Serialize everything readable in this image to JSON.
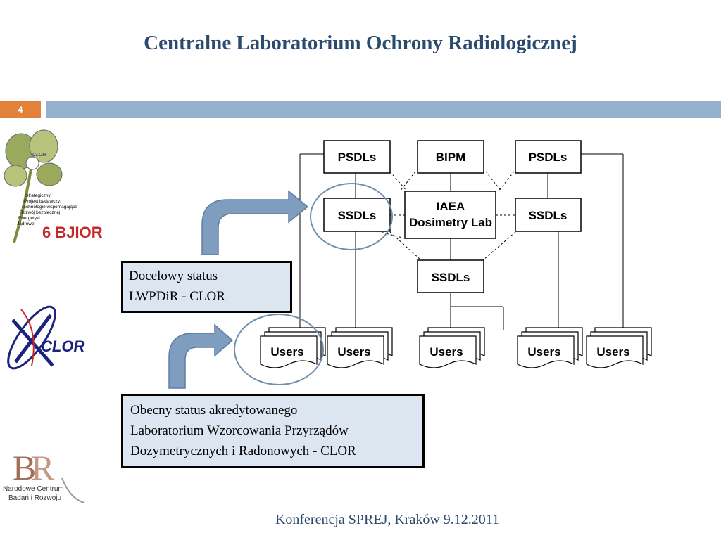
{
  "slide": {
    "title": "Centralne Laboratorium Ochrony Radiologicznej",
    "number": "4",
    "footer": "Konferencja SPREJ, Kraków 9.12.2011"
  },
  "colors": {
    "title": "#2a4a6e",
    "orange": "#e2813a",
    "blue_bar": "#93b1cd",
    "callout_bg": "#dce6f1",
    "arrow": "#7f9ebf",
    "circle": "#6f8fae"
  },
  "diagram": {
    "psdl_left": "PSDLs",
    "bipm": "BIPM",
    "psdl_right": "PSDLs",
    "ssdl_left": "SSDLs",
    "iaea_line1": "IAEA",
    "iaea_line2": "Dosimetry Lab",
    "ssdl_right": "SSDLs",
    "ssdl_bottom": "SSDLs",
    "users": [
      "Users",
      "Users",
      "Users",
      "Users",
      "Users"
    ]
  },
  "callouts": {
    "target": [
      "Docelowy status",
      "LWPDiR - CLOR"
    ],
    "current": [
      "Obecny status akredytowanego",
      "Laboratorium Wzorcowania Przyrządów",
      "Dozymetrycznych i Radonowych - CLOR"
    ]
  },
  "logos": {
    "spr_lines": [
      "Strategiczny",
      "Projekt badawczy:",
      "Technologie wspomagające",
      "Rozwój bezpiecznej",
      "Energetyki",
      "Jądrowej"
    ],
    "bjior": "6 BJIOR",
    "clor": "CLOR",
    "ncbr_line1": "Narodowe Centrum",
    "ncbr_line2": "Badań i Rozwoju"
  }
}
